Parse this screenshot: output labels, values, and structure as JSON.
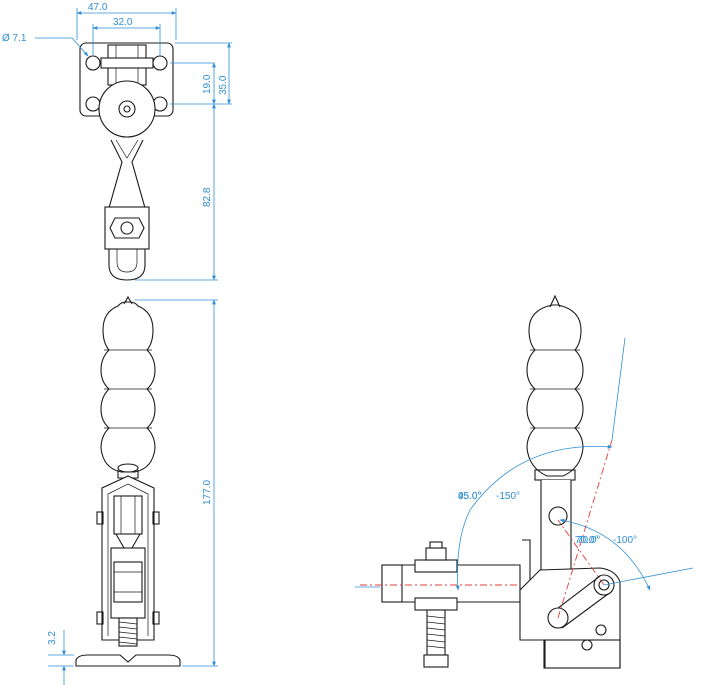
{
  "colors": {
    "dimension": "#2e8fd6",
    "centerline": "#e23c3c",
    "outline": "#1a1a1a",
    "background": "#ffffff"
  },
  "dimensions": {
    "width_outer": "47.0",
    "width_holes": "32.0",
    "hole_diameter": "Ø 7.1",
    "hole_spacing_vertical": "19.0",
    "base_height": "35.0",
    "arm_length": "82.8",
    "total_height": "177.0",
    "base_thickness": "3.2"
  },
  "angles": {
    "handle_open_overlay": "95.0°",
    "handle_open_behind": "45.0°",
    "handle_range": "-150°",
    "arm_open_overlay": "70.0°",
    "arm_open_behind": "70.0°",
    "arm_range": "-100°"
  }
}
